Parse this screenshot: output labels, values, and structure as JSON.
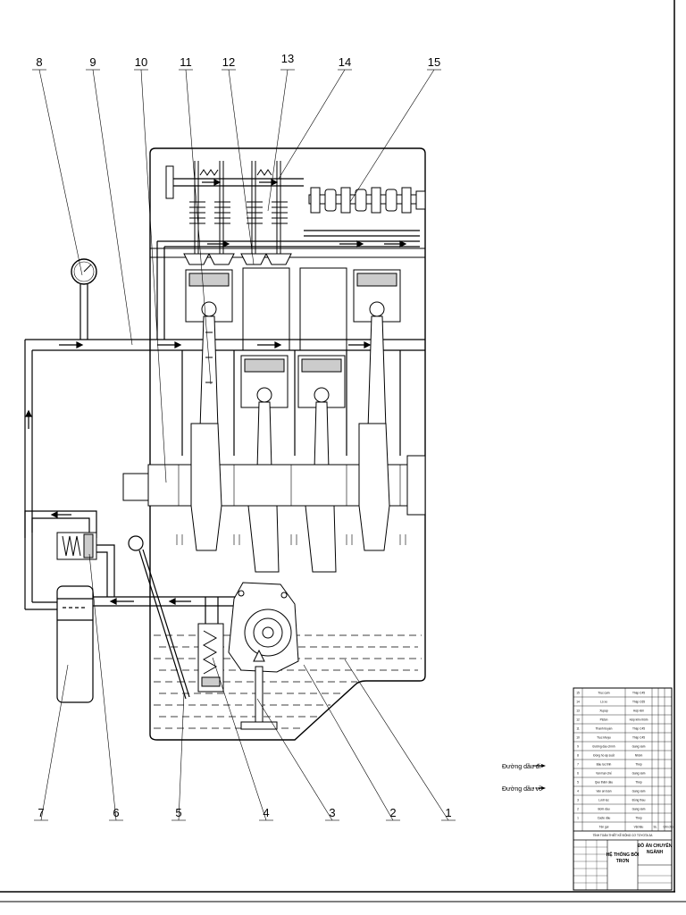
{
  "callouts_top": [
    "8",
    "9",
    "10",
    "11",
    "12",
    "13",
    "14",
    "15"
  ],
  "callouts_bottom": [
    "7",
    "6",
    "5",
    "4",
    "3",
    "2",
    "1"
  ],
  "legend": {
    "supply": "Đường dầu đi",
    "return": "Đường dầu về"
  },
  "title_block": {
    "project_title": "TÍNH TOÁN THIẾT KẾ ĐỘNG CƠ TOYOTA 3A",
    "drawing_name_line1": "HỆ THỐNG BÔI",
    "drawing_name_line2": "TRƠN",
    "project_type_line1": "ĐỒ ÁN CHUYÊN",
    "project_type_line2": "NGÀNH",
    "header_name": "Tên gọi",
    "header_material": "Vật liệu",
    "header_qty": "SL",
    "header_note": "Ghi chú"
  },
  "parts_list": [
    {
      "no": "15",
      "name": "Trục cam",
      "material": "Thép C45"
    },
    {
      "no": "14",
      "name": "Lò xo",
      "material": "Thép C65"
    },
    {
      "no": "13",
      "name": "Xupap",
      "material": "Hợp kim"
    },
    {
      "no": "12",
      "name": "Piston",
      "material": "Hợp kim nhôm"
    },
    {
      "no": "11",
      "name": "Thanh truyền",
      "material": "Thép C45"
    },
    {
      "no": "10",
      "name": "Trục khuỷu",
      "material": "Thép C45"
    },
    {
      "no": "9",
      "name": "Đường dầu chính",
      "material": "Gang xám"
    },
    {
      "no": "8",
      "name": "Đồng hồ áp suất",
      "material": "Nhôm"
    },
    {
      "no": "7",
      "name": "Bầu lọc tinh",
      "material": "Thép"
    },
    {
      "no": "6",
      "name": "Van hạn chế",
      "material": "Gang xám"
    },
    {
      "no": "5",
      "name": "Que thăm dầu",
      "material": "Thép"
    },
    {
      "no": "4",
      "name": "Van an toàn",
      "material": "Gang xám"
    },
    {
      "no": "3",
      "name": "Lưới lọc",
      "material": "Đồng thau"
    },
    {
      "no": "2",
      "name": "Bơm dầu",
      "material": "Gang xám"
    },
    {
      "no": "1",
      "name": "Cacte dầu",
      "material": "Thép"
    }
  ]
}
